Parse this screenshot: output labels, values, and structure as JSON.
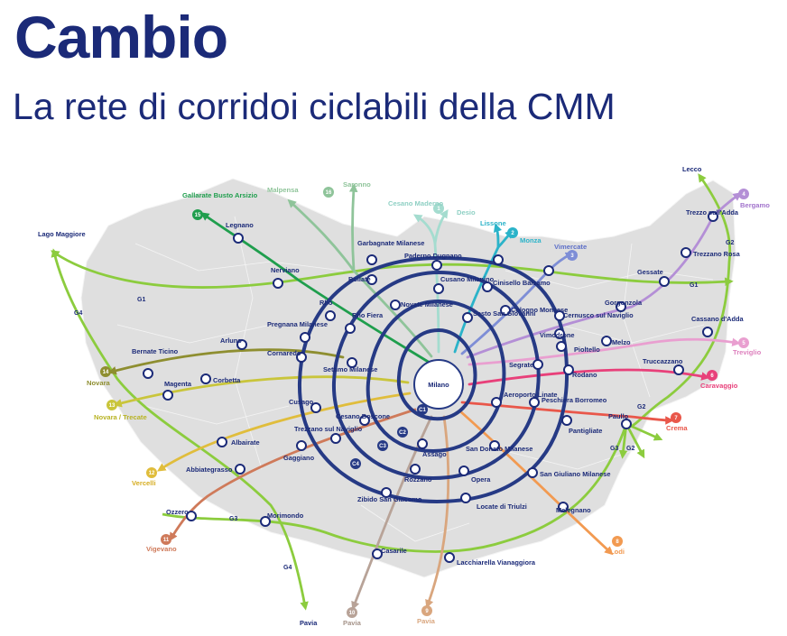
{
  "header": {
    "title": "Cambio",
    "subtitle": "La rete di corridoi ciclabili della CMM"
  },
  "colors": {
    "navy": "#1b2a78",
    "ring": "#263a85",
    "green_outer": "#8ccc3e",
    "map_fill": "#dfdfdf"
  },
  "map": {
    "center_label": "Milano",
    "rings": [
      "C1",
      "C2",
      "C3",
      "C4"
    ],
    "corridors": [
      {
        "num": "1",
        "dest": "Desio",
        "color": "#a4dccf"
      },
      {
        "num": "1",
        "dest": "Cesano Maderno",
        "color": "#a4dccf"
      },
      {
        "num": "2",
        "dest": "Lissone",
        "color": "#2bb3c9"
      },
      {
        "num": "2",
        "dest": "Monza",
        "color": "#2bb3c9"
      },
      {
        "num": "3",
        "dest": "Vimercate",
        "color": "#7e8ed6"
      },
      {
        "num": "4",
        "dest": "Bergamo",
        "color": "#b48fd6"
      },
      {
        "num": "5",
        "dest": "Treviglio",
        "color": "#e99fd0"
      },
      {
        "num": "6",
        "dest": "Caravaggio",
        "color": "#e8407a"
      },
      {
        "num": "7",
        "dest": "Crema",
        "color": "#e9574a"
      },
      {
        "num": "8",
        "dest": "Lodi",
        "color": "#f29a51"
      },
      {
        "num": "9",
        "dest": "Pavia",
        "color": "#d9a67e"
      },
      {
        "num": "10",
        "dest": "Pavia",
        "color": "#b8a398"
      },
      {
        "num": "11",
        "dest": "Vigevano",
        "color": "#cf7a5a"
      },
      {
        "num": "12",
        "dest": "Vercelli",
        "color": "#e0bd3c"
      },
      {
        "num": "13",
        "dest": "Novara / Trecate",
        "color": "#c9c53b"
      },
      {
        "num": "14",
        "dest": "Novara",
        "color": "#8e8e30"
      },
      {
        "num": "15",
        "dest": "Gallarate Busto Arsizio",
        "color": "#1f9e4d"
      },
      {
        "num": "16",
        "dest": "Malpensa",
        "color": "#8fc49a"
      },
      {
        "num": "16",
        "dest": "Saronno",
        "color": "#8fc49a"
      }
    ],
    "outer": {
      "lecco": "Lecco",
      "lago": "Lago Maggiore",
      "pavia": "Pavia",
      "g_labels": [
        "G1",
        "G1",
        "G2",
        "G2",
        "G2",
        "G3",
        "G3",
        "G4",
        "G4"
      ]
    },
    "stations": {
      "legnano": "Legnano",
      "nerviano": "Nerviano",
      "rho": "Rho",
      "rho_fiera": "Rho Fiera",
      "pregnana": "Pregnana Milanese",
      "arluno": "Arluno",
      "bernate": "Bernate Ticino",
      "magenta": "Magenta",
      "corbetta": "Corbetta",
      "cornaredo": "Cornaredo",
      "settimo": "Settimo Milanese",
      "cusago": "Cusago",
      "cesano_boscone": "Cesano Boscone",
      "trezzano_nav": "Trezzano sul Naviglio",
      "gaggiano": "Gaggiano",
      "albairate": "Albairate",
      "abbiategrasso": "Abbiategrasso",
      "ozzero": "Ozzero",
      "morimondo": "Morimondo",
      "casarile": "Casarile",
      "lacchiarella": "Lacchiarella Vianaggiora",
      "zibido": "Zibido San Giacomo",
      "rozzano": "Rozzano",
      "assago": "Assago",
      "opera": "Opera",
      "locate": "Locate di Triulzi",
      "san_donato": "San Donato Milanese",
      "san_giuliano": "San Giuliano Milanese",
      "melegnano": "Melegnano",
      "peschiera": "Peschiera Borromeo",
      "pantigliate": "Pantigliate",
      "paullo": "Paullo",
      "linate": "Aeroporto Linate",
      "segrate": "Segrate",
      "rodano": "Rodano",
      "truccazzano": "Truccazzano",
      "pioltello": "Pioltello",
      "melzo": "Melzo",
      "vimodrone": "Vimodrone",
      "cernusco": "Cernusco sul Naviglio",
      "gorgonzola": "Gorgonzola",
      "gessate": "Gessate",
      "cassano": "Cassano d'Adda",
      "trezzano_rosa": "Trezzano Rosa",
      "trezzo": "Trezzo sull'Adda",
      "cologno": "Cologno Monzese",
      "sesto": "Sesto San Giovanni",
      "cinisello": "Cinisello Balsamo",
      "cusano": "Cusano Milanino",
      "paderno": "Paderno Dugnano",
      "bollate": "Bollate",
      "garbagnate": "Garbagnate Milanese",
      "novate": "Novate Milanese"
    }
  }
}
